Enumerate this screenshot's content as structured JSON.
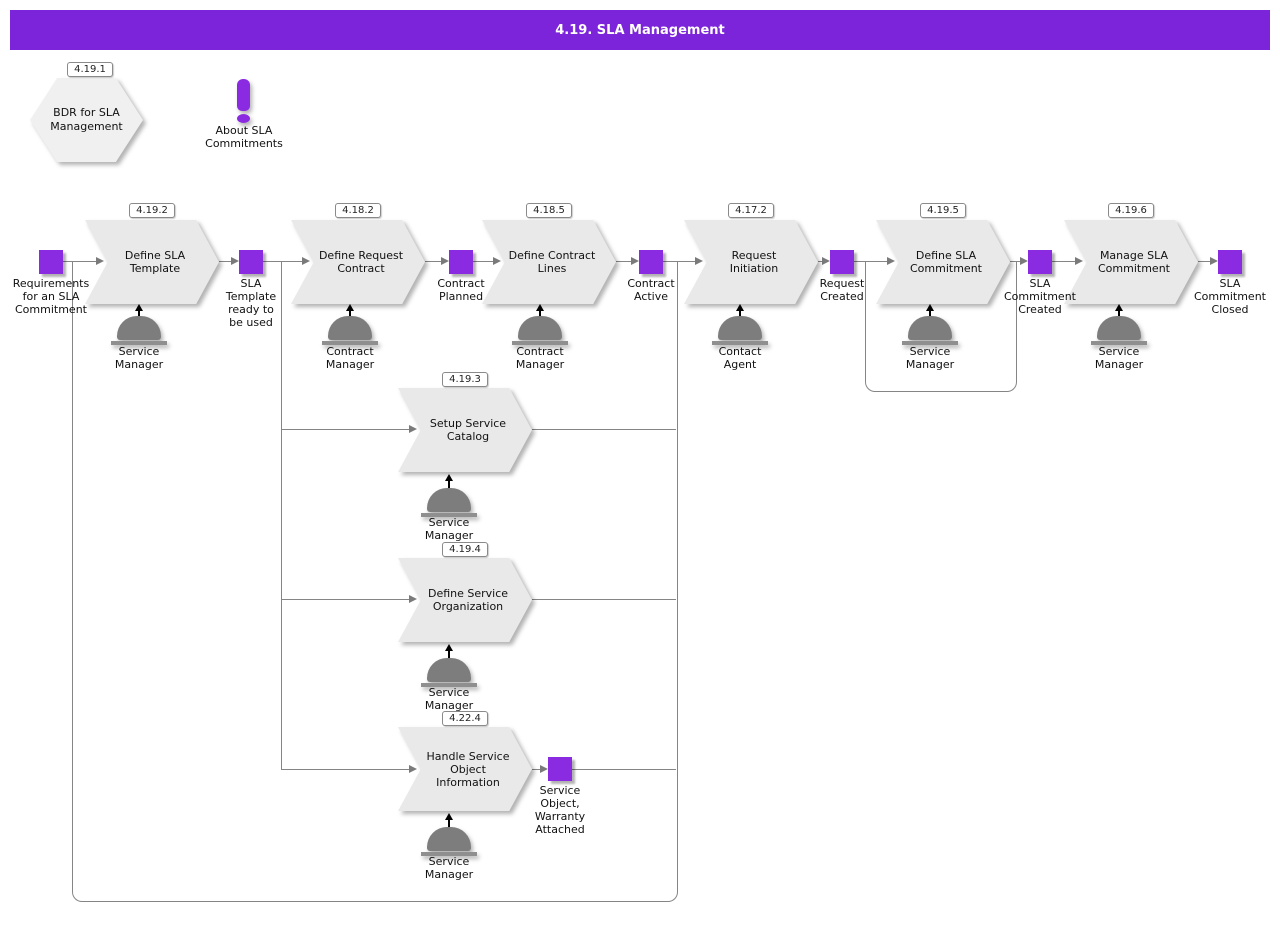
{
  "header": {
    "title": "4.19. SLA Management"
  },
  "colors": {
    "header_purple": "#7B24DA",
    "milestone_purple": "#8A2BE2",
    "shape_gray": "#E9E9EA",
    "line_gray": "#858585"
  },
  "hexagon": {
    "badge": "4.19.1",
    "label": "BDR for SLA\nManagement"
  },
  "note": {
    "label": "About SLA\nCommitments"
  },
  "chevrons": [
    {
      "badge": "4.19.2",
      "label": "Define SLA\nTemplate",
      "role": "Service\nManager"
    },
    {
      "badge": "4.18.2",
      "label": "Define Request\nContract",
      "role": "Contract\nManager"
    },
    {
      "badge": "4.18.5",
      "label": "Define Contract\nLines",
      "role": "Contract\nManager"
    },
    {
      "badge": "4.17.2",
      "label": "Request\nInitiation",
      "role": "Contact\nAgent"
    },
    {
      "badge": "4.19.5",
      "label": "Define SLA\nCommitment",
      "role": "Service\nManager"
    },
    {
      "badge": "4.19.6",
      "label": "Manage SLA\nCommitment",
      "role": "Service\nManager"
    },
    {
      "badge": "4.19.3",
      "label": "Setup Service\nCatalog",
      "role": "Service\nManager"
    },
    {
      "badge": "4.19.4",
      "label": "Define Service\nOrganization",
      "role": "Service\nManager"
    },
    {
      "badge": "4.22.4",
      "label": "Handle Service\nObject\nInformation",
      "role": "Service\nManager"
    }
  ],
  "milestones": [
    {
      "label": "Requirements\nfor an SLA\nCommitment"
    },
    {
      "label": "SLA\nTemplate\nready to\nbe used"
    },
    {
      "label": "Contract\nPlanned"
    },
    {
      "label": "Contract\nActive"
    },
    {
      "label": "Request\nCreated"
    },
    {
      "label": "SLA\nCommitment\nCreated"
    },
    {
      "label": "SLA\nCommitment\nClosed"
    },
    {
      "label": "Service\nObject,\nWarranty\nAttached"
    }
  ]
}
